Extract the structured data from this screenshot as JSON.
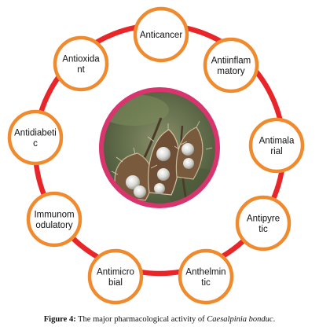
{
  "diagram": {
    "center_image": "plant-seed-pods-photo",
    "colors": {
      "ring": "#e8262a",
      "node_border": "#f08a2e",
      "center_border": "#d8356f"
    },
    "nodes": [
      {
        "id": "anticancer",
        "lines": [
          "Anticancer"
        ]
      },
      {
        "id": "antiinflammatory",
        "lines": [
          "Antiinflam",
          "matory"
        ]
      },
      {
        "id": "antimalarial",
        "lines": [
          "Antimala",
          "rial"
        ]
      },
      {
        "id": "antipyretic",
        "lines": [
          "Antipyre",
          "tic"
        ]
      },
      {
        "id": "anthelmintic",
        "lines": [
          "Anthelmin",
          "tic"
        ]
      },
      {
        "id": "antimicrobial",
        "lines": [
          "Antimicro",
          "bial"
        ]
      },
      {
        "id": "immunomodulatory",
        "lines": [
          "Immunom",
          "odulatory"
        ]
      },
      {
        "id": "antidiabetic",
        "lines": [
          "Antidiabeti",
          "c"
        ]
      },
      {
        "id": "antioxidant",
        "lines": [
          "Antioxida",
          "nt"
        ]
      }
    ]
  },
  "caption": {
    "figure_label": "Figure 4:",
    "text": " The major pharmacological activity of ",
    "species": "Caesalpinia bonduc",
    "end": "."
  }
}
